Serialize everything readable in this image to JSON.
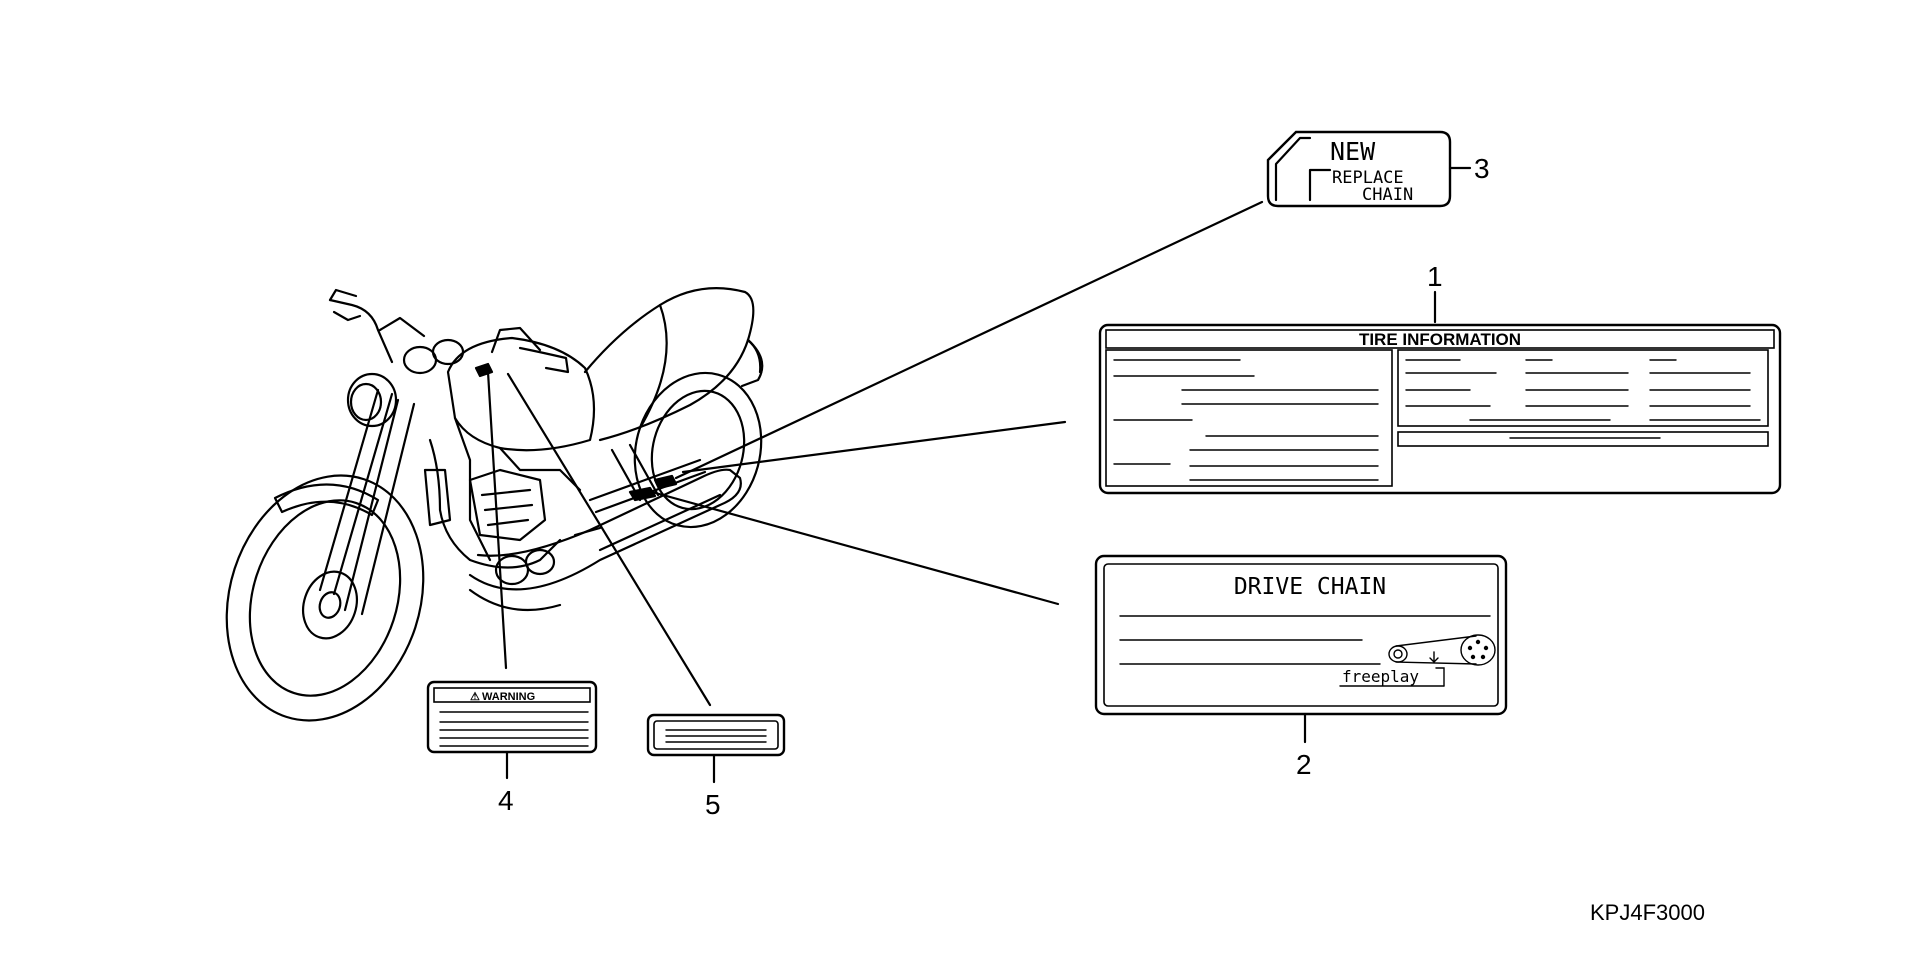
{
  "callouts": [
    "1",
    "2",
    "3",
    "4",
    "5"
  ],
  "labels": {
    "tire_title": "TIRE INFORMATION",
    "drive_chain_title": "DRIVE CHAIN",
    "freeplay": "freeplay",
    "new": "NEW",
    "replace": "REPLACE",
    "chain": "CHAIN",
    "warning": "WARNING"
  },
  "icons": {
    "warning_symbol": "⚠"
  },
  "diagram_code": "KPJ4F3000"
}
